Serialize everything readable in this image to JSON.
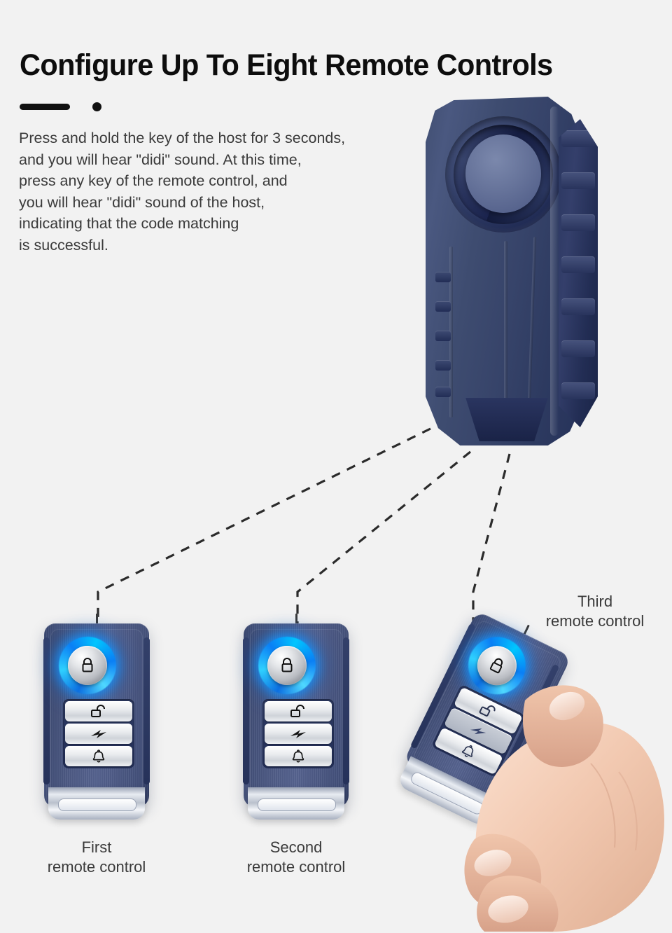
{
  "page": {
    "background_color": "#f2f2f2",
    "title": "Configure Up To Eight Remote Controls",
    "body_text": "Press and hold the key of the host for 3 seconds,\nand you will hear \"didi\" sound. At this time,\npress any key of the remote control, and\nyou will hear \"didi\" sound of the host,\nindicating that the code matching\nis successful."
  },
  "colors": {
    "title": "#0d0d0d",
    "body": "#3a3a3a",
    "device_navy": "#3a4770",
    "device_navy_dark": "#1a2347",
    "button_glow_blue": "#0a7ff5",
    "button_glow_cyan": "#4fd8ff",
    "chrome": "#e8ecf2",
    "dashed_line": "#2b2b2b"
  },
  "alarm_host": {
    "name": "Alarm host unit",
    "siren_label": "siren-speaker"
  },
  "remotes": [
    {
      "id": "first",
      "caption": "First\nremote control",
      "buttons": [
        {
          "name": "lock-button",
          "icon": "padlock-closed-icon",
          "state": "glowing"
        },
        {
          "name": "unlock-button",
          "icon": "padlock-open-icon",
          "state": "normal"
        },
        {
          "name": "alert-button",
          "icon": "lightning-bolt-icon",
          "state": "normal"
        },
        {
          "name": "find-button",
          "icon": "bell-icon",
          "state": "normal"
        }
      ]
    },
    {
      "id": "second",
      "caption": "Second\nremote control",
      "buttons": [
        {
          "name": "lock-button",
          "icon": "padlock-closed-icon",
          "state": "glowing"
        },
        {
          "name": "unlock-button",
          "icon": "padlock-open-icon",
          "state": "normal"
        },
        {
          "name": "alert-button",
          "icon": "lightning-bolt-icon",
          "state": "normal"
        },
        {
          "name": "find-button",
          "icon": "bell-icon",
          "state": "normal"
        }
      ]
    },
    {
      "id": "third",
      "caption": "Third\nremote control",
      "held_by_hand": true,
      "pressed_button": "lightning-bolt-icon",
      "buttons": [
        {
          "name": "lock-button",
          "icon": "padlock-closed-icon",
          "state": "glowing"
        },
        {
          "name": "unlock-button",
          "icon": "padlock-open-icon",
          "state": "normal"
        },
        {
          "name": "alert-button",
          "icon": "lightning-bolt-icon",
          "state": "pressed"
        },
        {
          "name": "find-button",
          "icon": "bell-icon",
          "state": "normal"
        }
      ]
    }
  ],
  "connectors": {
    "count": 3,
    "style": "dashed",
    "description": "Dashed leader lines from the alarm host base to each remote control"
  }
}
